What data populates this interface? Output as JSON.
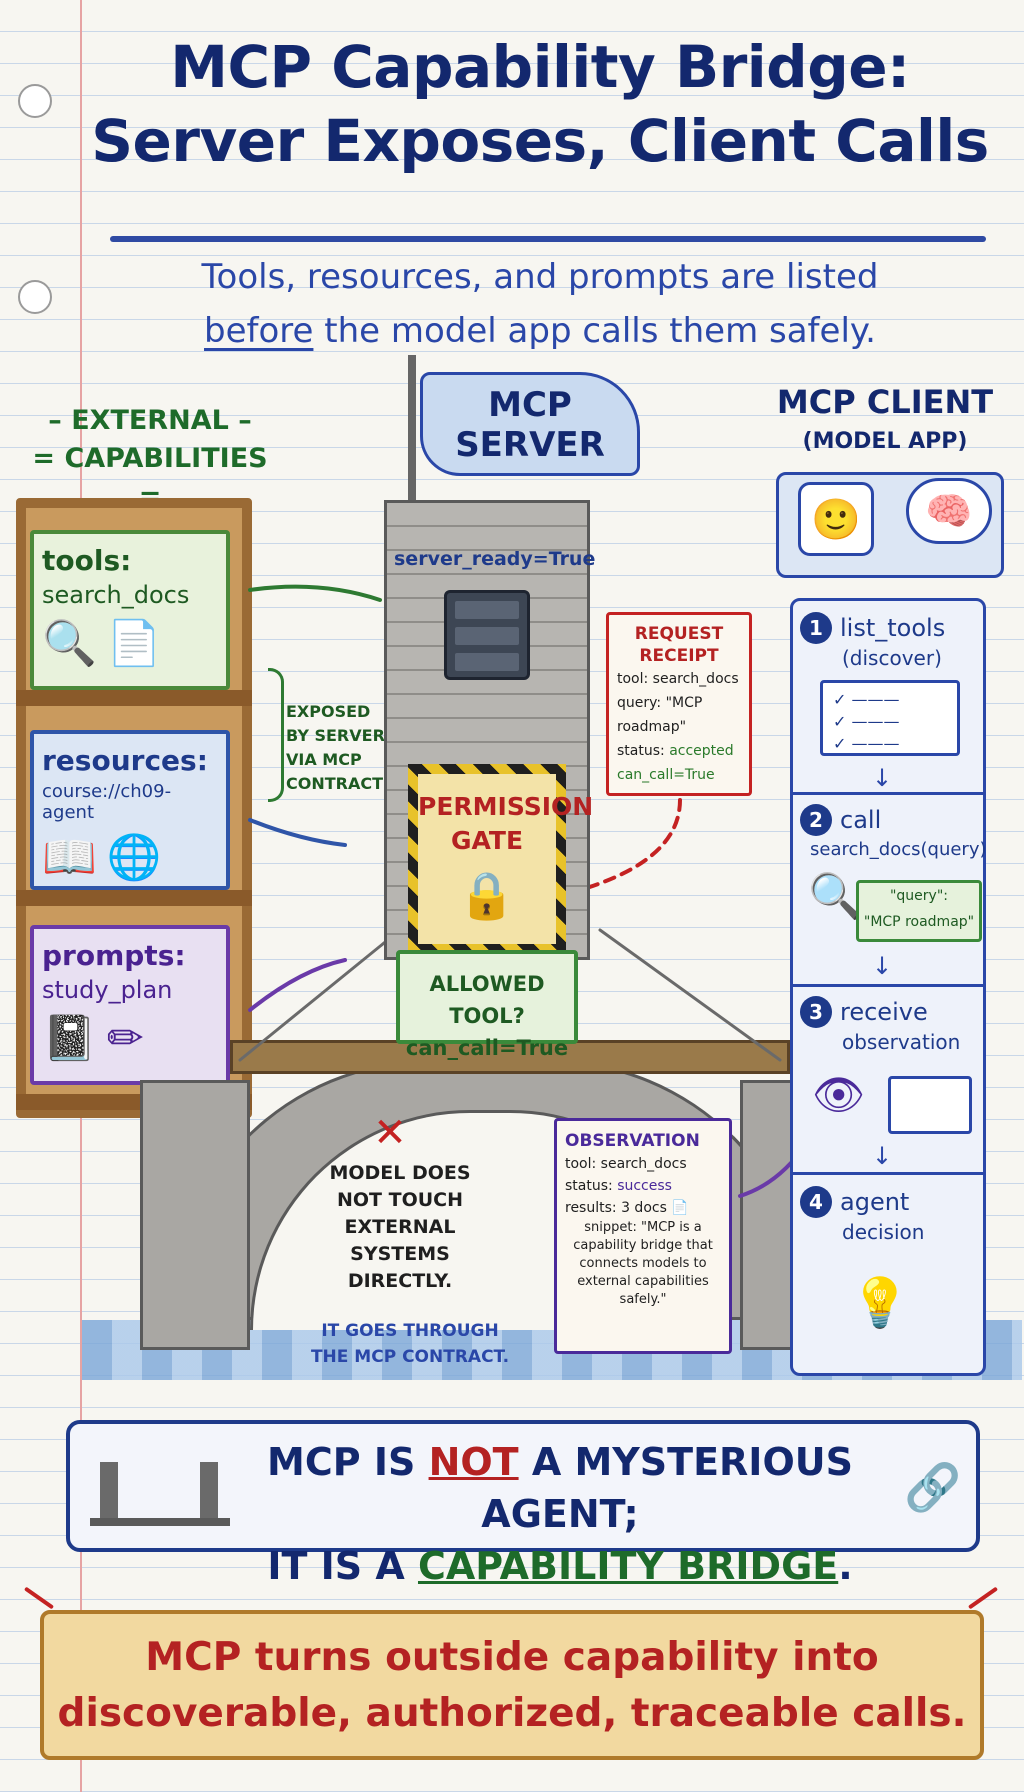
{
  "title": {
    "line1": "MCP Capability Bridge:",
    "line2": "Server Exposes, Client Calls"
  },
  "subtitle": {
    "line1": "Tools, resources, and prompts are listed",
    "before": "before",
    "line2_rest": " the model app calls them safely."
  },
  "external": {
    "title_line1": "EXTERNAL",
    "title_line2": "CAPABILITIES",
    "tools": {
      "label": "tools:",
      "value": "search_docs"
    },
    "resources": {
      "label": "resources:",
      "value": "course://ch09-agent"
    },
    "prompts": {
      "label": "prompts:",
      "value": "study_plan"
    },
    "exposed_note": [
      "EXPOSED",
      "BY SERVER",
      "VIA MCP",
      "CONTRACT"
    ]
  },
  "server": {
    "flag_line1": "MCP",
    "flag_line2": "SERVER",
    "ready": "server_ready=True",
    "gate_line1": "PERMISSION",
    "gate_line2": "GATE",
    "allowed_line1": "ALLOWED TOOL?",
    "allowed_line2": "can_call=True"
  },
  "receipt": {
    "title_line1": "REQUEST",
    "title_line2": "RECEIPT",
    "tool": "tool: search_docs",
    "query": "query: \"MCP roadmap\"",
    "status_label": "status: ",
    "status_value": "accepted",
    "can_call": "can_call=True"
  },
  "note": {
    "lines": [
      "MODEL DOES",
      "NOT TOUCH",
      "EXTERNAL",
      "SYSTEMS",
      "DIRECTLY."
    ],
    "line2_a": "IT GOES THROUGH",
    "line2_b": "THE MCP CONTRACT."
  },
  "observation": {
    "title": "OBSERVATION",
    "tool": "tool: search_docs",
    "status_label": "status: ",
    "status_value": "success",
    "results": "results: 3 docs",
    "snippet": "snippet: \"MCP is a capability bridge that connects models to external capabilities safely.\""
  },
  "client": {
    "title": "MCP CLIENT",
    "subtitle": "(MODEL APP)",
    "steps": [
      {
        "num": "1",
        "line1": "list_tools",
        "line2": "(discover)"
      },
      {
        "num": "2",
        "line1": "call",
        "line2": "search_docs(query)"
      },
      {
        "num": "3",
        "line1": "receive",
        "line2": "observation"
      },
      {
        "num": "4",
        "line1": "agent",
        "line2": "decision"
      }
    ],
    "query_box_line1": "\"query\":",
    "query_box_line2": "\"MCP roadmap\""
  },
  "bottom": {
    "part1": "MCP IS ",
    "not": "NOT",
    "part2": " A MYSTERIOUS AGENT;",
    "part3": "IT IS A ",
    "cb": "CAPABILITY BRIDGE",
    "part4": "."
  },
  "banner": {
    "line1": "MCP turns outside capability into",
    "line2": "discoverable, authorized, traceable calls."
  },
  "icons": {
    "magnifier": "magnifier-icon",
    "document": "document-icon",
    "book": "book-icon",
    "globe": "globe-icon",
    "notepad": "notepad-icon",
    "pencil": "pencil-icon",
    "lock": "lock-icon",
    "robot": "robot-icon",
    "brain": "brain-icon",
    "eye": "eye-icon",
    "bulb": "lightbulb-icon",
    "chain": "chain-link-icon"
  },
  "colors": {
    "navy": "#13286e",
    "green": "#1e6b2a",
    "red": "#b42222",
    "purple": "#4a2a9a",
    "blue": "#2a47a8"
  }
}
